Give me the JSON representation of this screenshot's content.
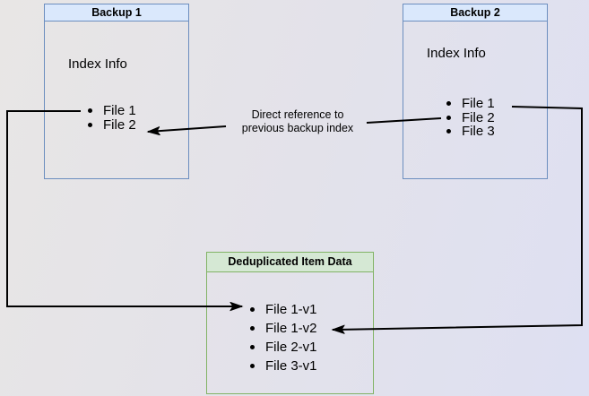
{
  "backup1": {
    "title": "Backup 1",
    "index_label": "Index Info",
    "files": [
      "File 1",
      "File 2"
    ]
  },
  "backup2": {
    "title": "Backup 2",
    "index_label": "Index Info",
    "files": [
      "File 1",
      "File 2",
      "File 3"
    ]
  },
  "dedup": {
    "title": "Deduplicated Item Data",
    "items": [
      "File 1-v1",
      "File 1-v2",
      "File 2-v1",
      "File 3-v1"
    ]
  },
  "annotation": "Direct reference to\nprevious backup index",
  "colors": {
    "blue_fill": "#dae8fc",
    "blue_border": "#6c8ebf",
    "green_fill": "#d5e8d4",
    "green_border": "#82b366",
    "arrow": "#000000",
    "background_left": "#e7e5e4",
    "background_right": "#dee0f2"
  }
}
